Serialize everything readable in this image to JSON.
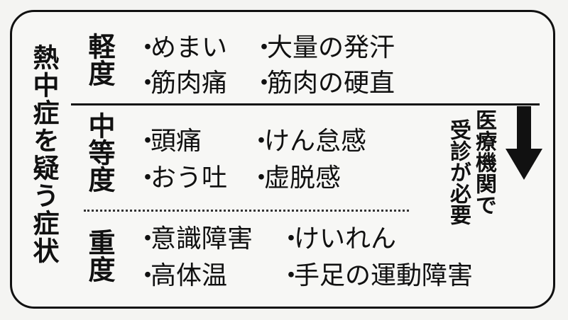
{
  "title": "熱中症を疑う症状",
  "levels": [
    {
      "label": "軽度",
      "symptoms": [
        "めまい",
        "大量の発汗",
        "筋肉痛",
        "筋肉の硬直"
      ]
    },
    {
      "label": "中等度",
      "symptoms": [
        "頭痛",
        "けん怠感",
        "おう吐",
        "虚脱感"
      ]
    },
    {
      "label": "重度",
      "symptoms": [
        "意識障害",
        "けいれん",
        "高体温",
        "手足の運動障害"
      ]
    }
  ],
  "note": {
    "line1": "医療機関で",
    "line2": "受診が必要"
  }
}
